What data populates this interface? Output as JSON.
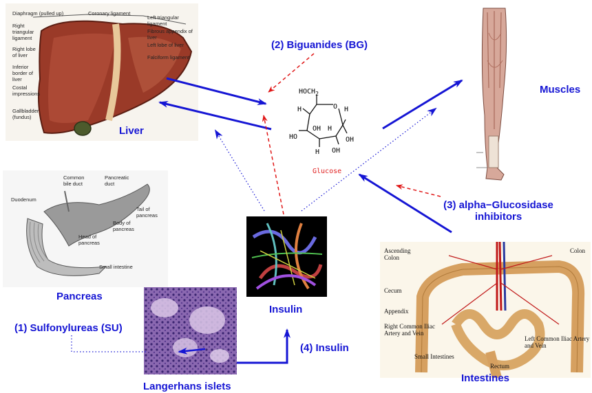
{
  "colors": {
    "blue": "#1515d4",
    "red": "#e01616",
    "glucose_text": "#e02020"
  },
  "labels": {
    "liver": "Liver",
    "muscles": "Muscles",
    "pancreas": "Pancreas",
    "insulin": "Insulin",
    "langerhans": "Langerhans islets",
    "intestines": "Intestines",
    "biguanides": "(2) Biguanides (BG)",
    "sulfonylureas": "(1) Sulfonylureas (SU)",
    "alpha_line1": "(3) alpha−Glucosidase",
    "alpha_line2": "inhibitors",
    "insulin_therapy": "(4) Insulin"
  },
  "glucose": {
    "caption": "Glucose",
    "hoch2": "HOCH",
    "sub2": "2",
    "o": "O",
    "h": "H",
    "oh": "OH",
    "ho": "HO"
  },
  "liver_annotations": {
    "diaphragm": "Diaphragm (pulled up)",
    "coronary": "Coronary ligament",
    "left_triangular": "Left triangular ligament",
    "right_triangular": "Right triangular ligament",
    "fibrous_appendix": "Fibrous appendix of liver",
    "left_lobe": "Left lobe of liver",
    "right_lobe": "Right lobe of liver",
    "falciform": "Falciform ligament",
    "inferior_border": "Inferior border of liver",
    "costal": "Costal impressions",
    "gallbladder": "Gallbladder (fundus)"
  },
  "pancreas_annotations": {
    "duodenum": "Duodenum",
    "common_bile": "Common bile duct",
    "pancreatic_duct": "Pancreatic duct",
    "tail": "Tail of pancreas",
    "body": "Body of pancreas",
    "head": "Head of pancreas",
    "small_intestine": "Small intestine"
  },
  "intestine_annotations": {
    "ascending": "Ascending Colon",
    "colon": "Colon",
    "cecum": "Cecum",
    "appendix": "Appendix",
    "right_common": "Right Common Iliac Artery and Vein",
    "left_common": "Left Common Iliac Artery and Vein",
    "small_intestines": "Small Intestines",
    "rectum": "Rectum"
  }
}
